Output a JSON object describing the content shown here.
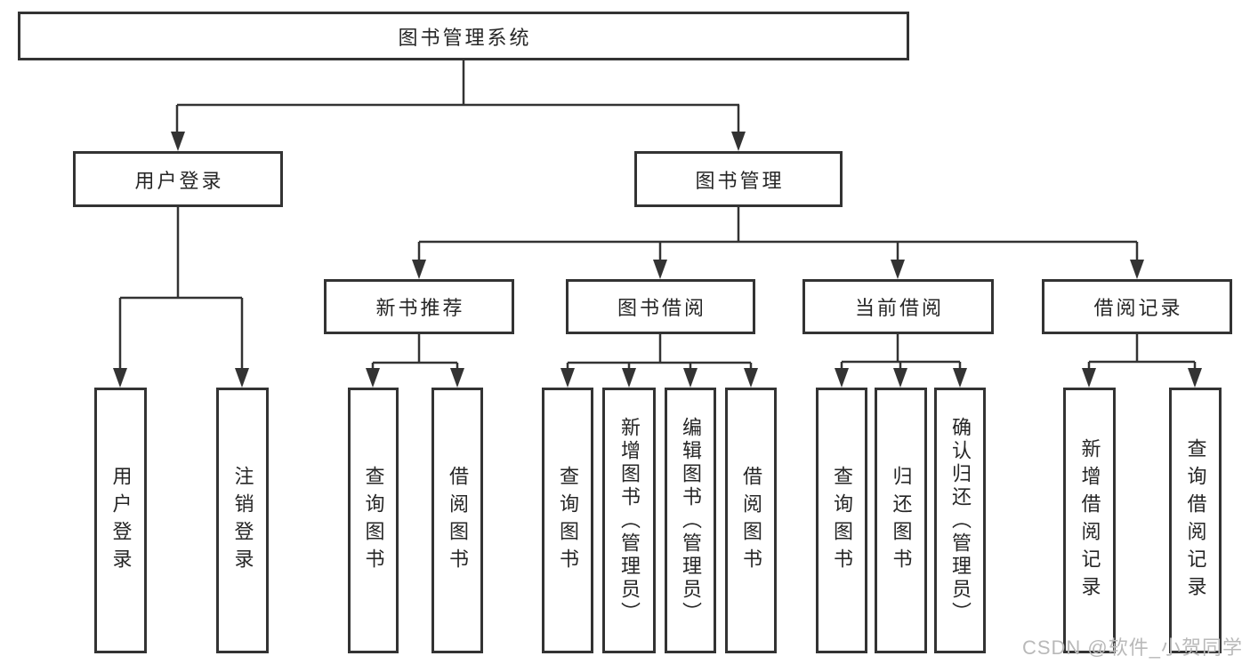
{
  "diagram": {
    "root": {
      "label": "图书管理系统",
      "children": [
        {
          "label": "用户登录",
          "children": [
            {
              "label": "用户登录"
            },
            {
              "label": "注销登录"
            }
          ]
        },
        {
          "label": "图书管理",
          "children": [
            {
              "label": "新书推荐",
              "children": [
                {
                  "label": "查询图书"
                },
                {
                  "label": "借阅图书"
                }
              ]
            },
            {
              "label": "图书借阅",
              "children": [
                {
                  "label": "查询图书"
                },
                {
                  "label": "新增图书（管理员）"
                },
                {
                  "label": "编辑图书（管理员）"
                },
                {
                  "label": "借阅图书"
                }
              ]
            },
            {
              "label": "当前借阅",
              "children": [
                {
                  "label": "查询图书"
                },
                {
                  "label": "归还图书"
                },
                {
                  "label": "确认归还（管理员）"
                }
              ]
            },
            {
              "label": "借阅记录",
              "children": [
                {
                  "label": "新增借阅记录"
                },
                {
                  "label": "查询借阅记录"
                }
              ]
            }
          ]
        }
      ]
    }
  },
  "watermark": {
    "text": "CSDN @软件_小贺同学"
  },
  "colors": {
    "background": "#ffffff",
    "line": "#333333",
    "box_border": "#333333",
    "box_fill": "#ffffff",
    "text": "#262626",
    "watermark": "#b9b9b9"
  }
}
